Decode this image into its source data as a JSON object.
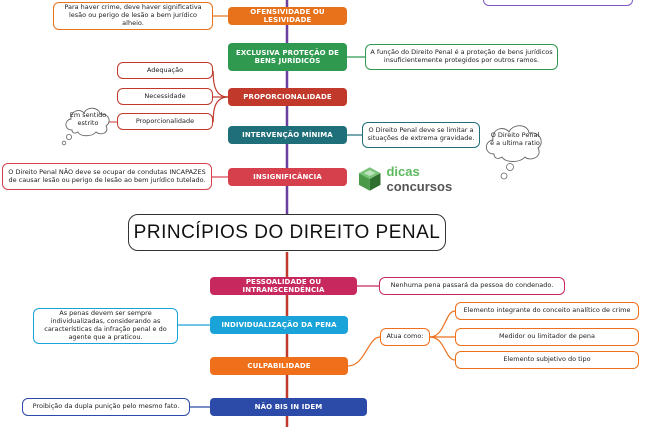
{
  "title": "PRINCÍPIOS DO DIREITO PENAL",
  "brand": {
    "part1": "dicas",
    "part2": "concursos",
    "colors": [
      "#5cb85c",
      "#555555"
    ]
  },
  "nodes": {
    "ofensividade": {
      "label": "OFENSIVIDADE OU LESIVIDADE",
      "color": "#e8721c"
    },
    "exclusiva": {
      "label": "EXCLUSIVA PROTEÇÃO DE BENS JURÍDICOS",
      "color": "#2f9a4f"
    },
    "proporcionalidade": {
      "label": "PROPORCIONALIDADE",
      "color": "#c0392b"
    },
    "intervencao": {
      "label": "INTERVENÇÃO MÍNIMA",
      "color": "#1f6f7a"
    },
    "insignificancia": {
      "label": "INSIGNIFICÂNCIA",
      "color": "#d6404c"
    },
    "pessoalidade": {
      "label": "PESSOALIDADE OU INTRANSCENDÊNCIA",
      "color": "#c7295e"
    },
    "individualizacao": {
      "label": "INDIVIDUALIZAÇÃO DA PENA",
      "color": "#1aa3d8"
    },
    "culpabilidade": {
      "label": "CULPABILIDADE",
      "color": "#ef6f1a"
    },
    "nonbis": {
      "label": "NÃO BIS IN IDEM",
      "color": "#2c4aa8"
    }
  },
  "notes": {
    "ofensividade_note": "Para haver crime, deve haver significativa lesão ou perigo de lesão a bem jurídico alheio.",
    "exclusiva_note": "A função do Direito Penal é a proteção de bens jurídicos insuficientemente protegidos por outros ramos.",
    "adequacao": "Adequação",
    "necessidade": "Necessidade",
    "proporcionalidade_estrito": "Proporcionalidade",
    "sentido_estrito": "Em sentido estrito",
    "intervencao_note": "O Direito Penal deve se limitar a situações de extrema gravidade.",
    "ultima_ratio": "O Direito Penal é a ultima ratio",
    "insignificancia_note": "O Direito Penal NÃO deve se ocupar de condutas INCAPAZES de causar lesão ou perigo de lesão ao bem jurídico tutelado.",
    "pessoalidade_note": "Nenhuma pena passará da pessoa do condenado.",
    "individualizacao_note": "As penas devem ser sempre individualizadas, considerando as características da infração penal e do agente que a praticou.",
    "atua_como": "Atua como:",
    "elemento_integrante": "Elemento integrante do conceito analítico de crime",
    "medidor": "Medidor ou limitador de pena",
    "elemento_subjetivo": "Elemento subjetivo do tipo",
    "nonbis_note": "Proibição da dupla punição pelo mesmo fato."
  }
}
